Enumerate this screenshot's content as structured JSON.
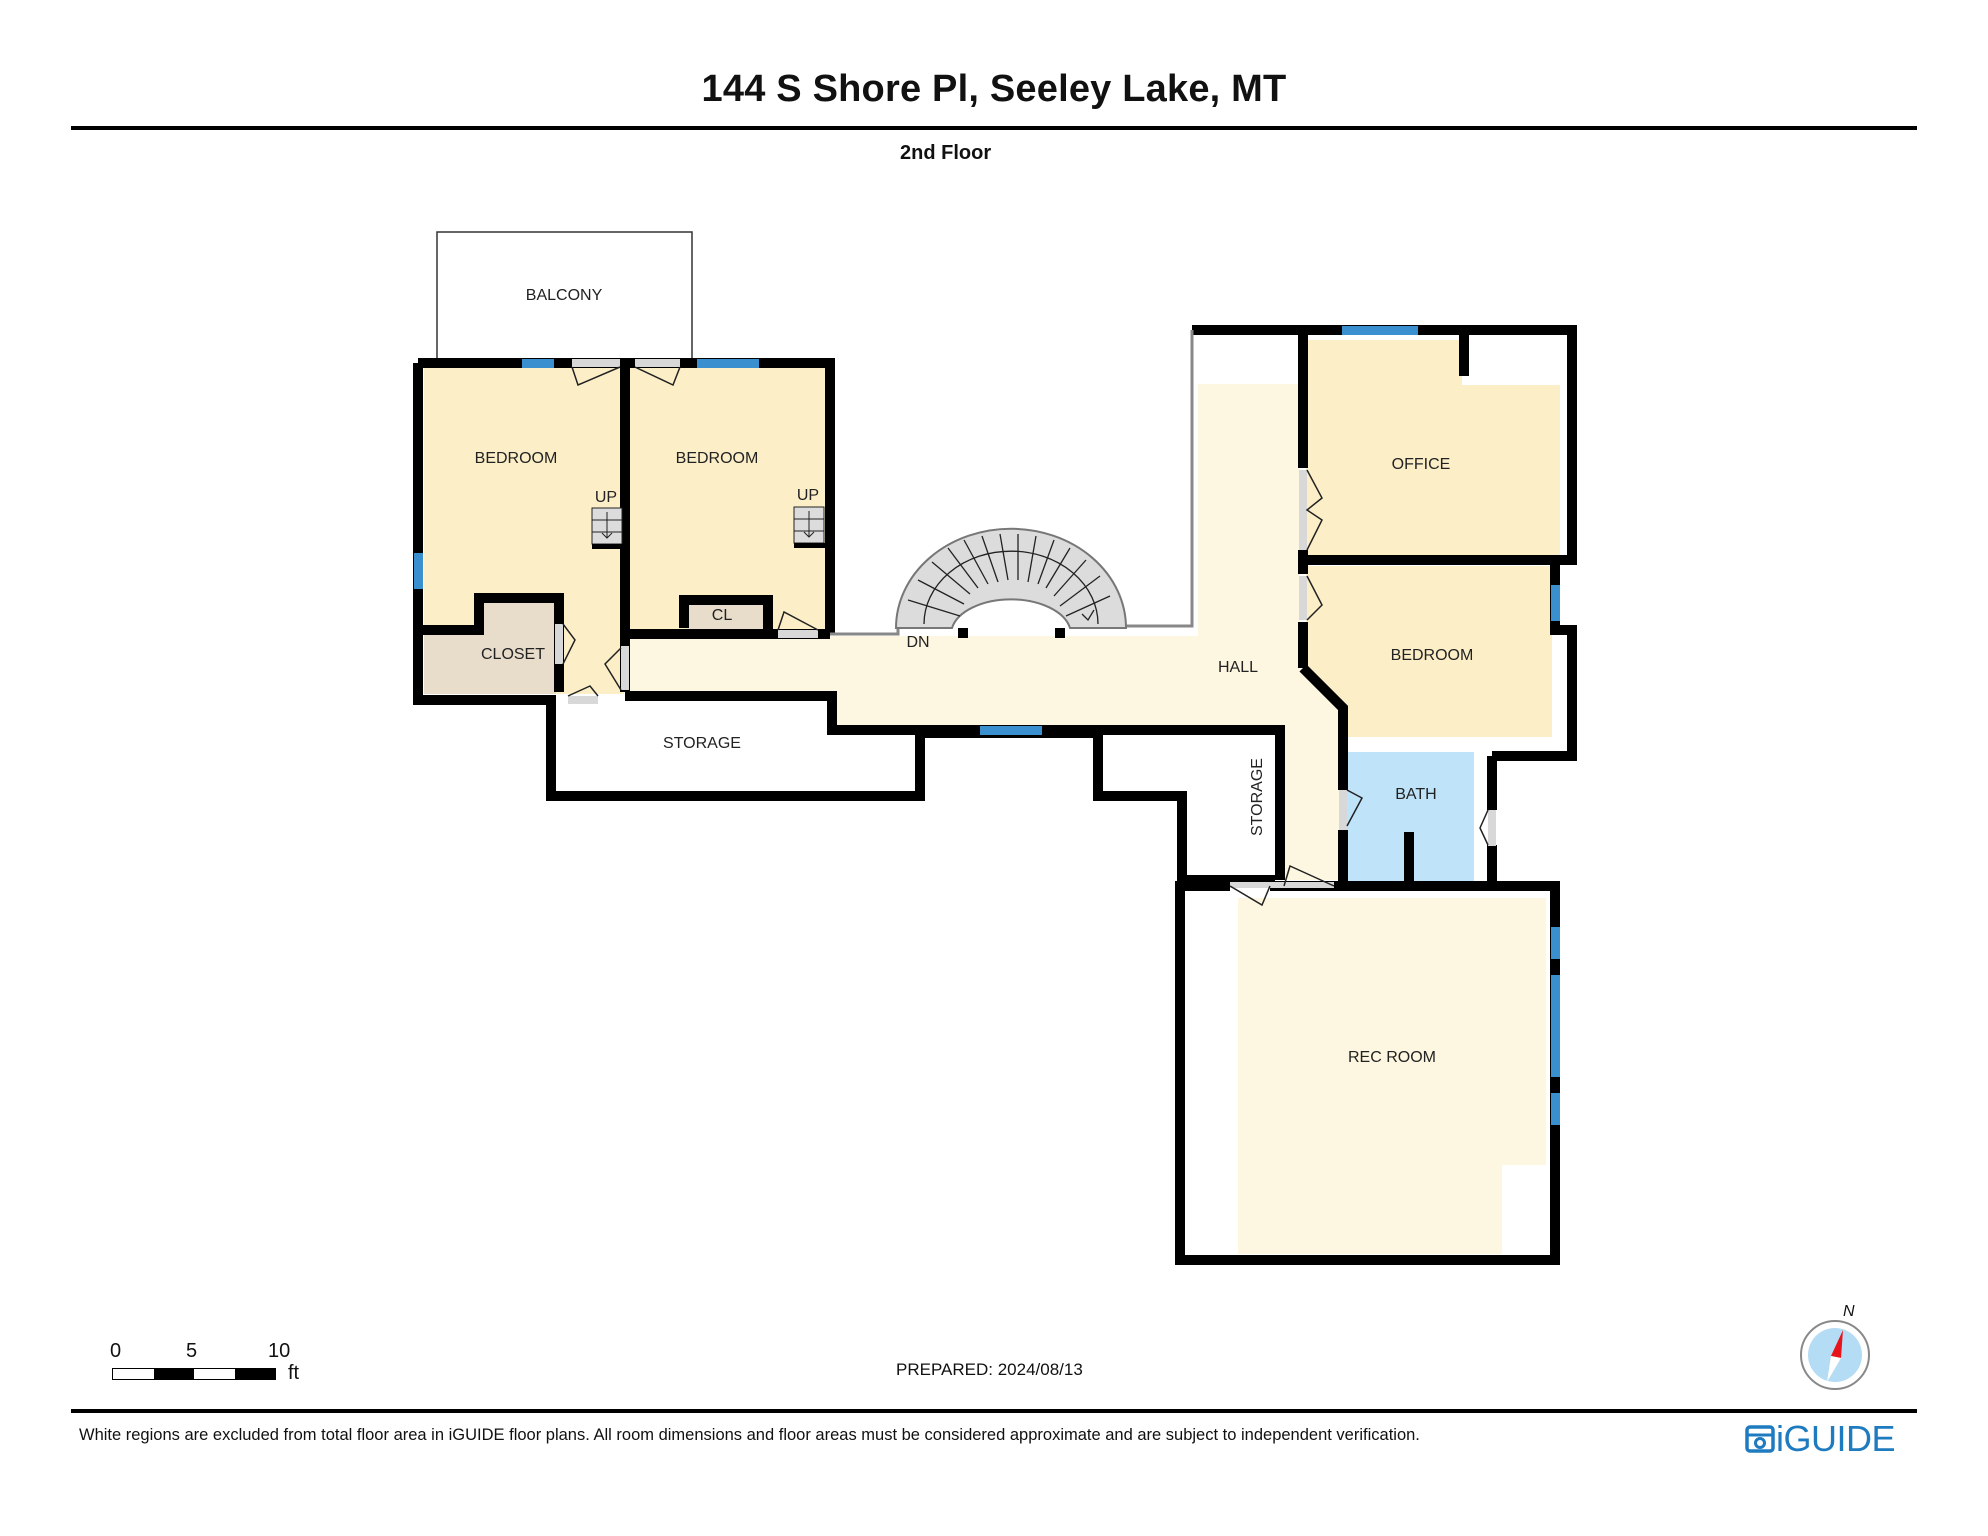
{
  "header": {
    "title": "144 S Shore Pl, Seeley Lake, MT",
    "floor": "2nd Floor"
  },
  "rooms": {
    "balcony": "BALCONY",
    "bedroom_1": "BEDROOM",
    "bedroom_2": "BEDROOM",
    "closet": "CLOSET",
    "cl": "CL",
    "storage_1": "STORAGE",
    "hall": "HALL",
    "office": "OFFICE",
    "bedroom_3": "BEDROOM",
    "bath": "BATH",
    "storage_2": "STORAGE",
    "rec_room": "REC ROOM"
  },
  "stair_labels": {
    "up_1": "UP",
    "up_2": "UP",
    "dn": "DN"
  },
  "colors": {
    "bedroom_fill": "#fcefc8",
    "hall_fill": "#fdf6e0",
    "closet_fill": "#e8dccb",
    "bath_fill": "#bfe3f8",
    "stair_fill": "#dddddd",
    "window": "#3a8fcf",
    "wall": "#000000",
    "brand": "#1f7bbf",
    "compass_red": "#e8141b",
    "compass_blue": "#b5dcf5"
  },
  "scale_bar": {
    "ticks": [
      "0",
      "5",
      "10"
    ],
    "unit": "ft"
  },
  "compass": {
    "label": "N"
  },
  "footer": {
    "prepared": "PREPARED: 2024/08/13",
    "disclaimer": "White regions are excluded from total floor area in iGUIDE floor plans. All room dimensions and floor areas must be considered approximate and are subject to independent verification.",
    "logo": "iGUIDE"
  }
}
